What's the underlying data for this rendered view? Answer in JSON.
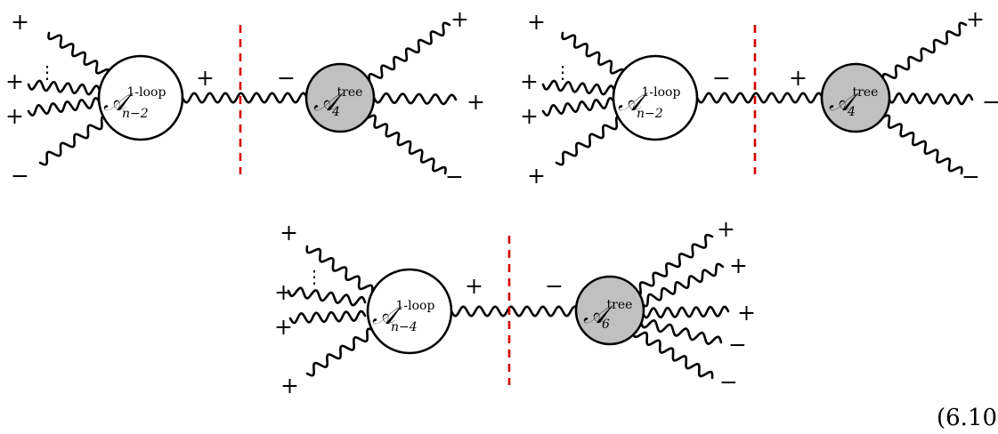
{
  "equation_number": "(6.10",
  "symbols": {
    "amplitude": "𝒜",
    "one_loop": "1-loop",
    "tree": "tree",
    "dots": "⋮"
  },
  "diagrams": [
    {
      "loop_subscript": "n−2",
      "tree_subscript": "4",
      "loop_leg_signs": [
        "+",
        "+",
        "+",
        "−"
      ],
      "cut_signs": [
        "+",
        "−"
      ],
      "tree_leg_signs": [
        "+",
        "+",
        "−"
      ]
    },
    {
      "loop_leg_signs": [
        "+",
        "+",
        "+",
        "+"
      ],
      "loop_subscript": "n−2",
      "tree_subscript": "4",
      "cut_signs": [
        "−",
        "+"
      ],
      "tree_leg_signs": [
        "+",
        "−",
        "−"
      ]
    },
    {
      "loop_subscript": "n−4",
      "tree_subscript": "6",
      "loop_leg_signs": [
        "+",
        "+",
        "+",
        "+"
      ],
      "cut_signs": [
        "+",
        "−"
      ],
      "tree_leg_signs": [
        "+",
        "+",
        "+",
        "−",
        "−"
      ]
    }
  ]
}
